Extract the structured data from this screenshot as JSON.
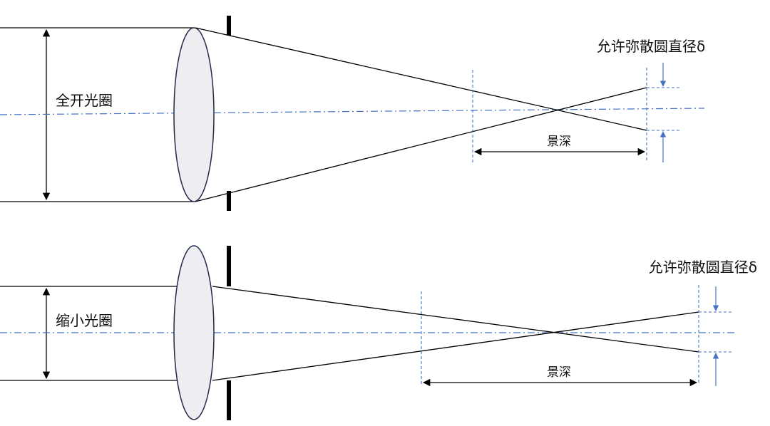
{
  "colors": {
    "line": "#000000",
    "axis": "#4472c4",
    "lens_fill": "#eeeef2",
    "lens_stroke": "#1f2a4a"
  },
  "panels": [
    {
      "aperture_label": "全开光圈",
      "circle_label": "允许弥散圆直径δ",
      "dof_label": "景深"
    },
    {
      "aperture_label": "缩小光圈",
      "circle_label": "允许弥散圆直径δ",
      "dof_label": "景深"
    }
  ]
}
